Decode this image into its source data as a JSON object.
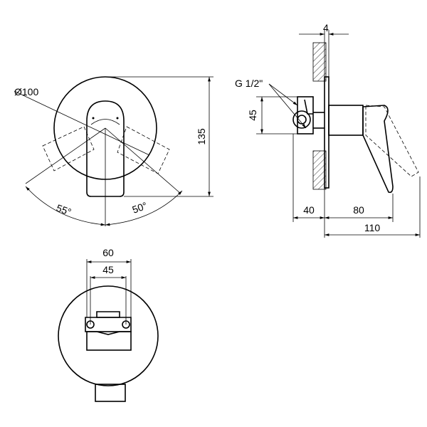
{
  "drawing": {
    "front_view": {
      "diameter_label": "Ø100",
      "height_label": "135",
      "angle_left_label": "55°",
      "angle_right_label": "50°"
    },
    "side_view": {
      "thread_label": "G 1/2\"",
      "plate_label": "4",
      "vertical_label": "45",
      "dim_40_label": "40",
      "dim_80_label": "80",
      "dim_110_label": "110"
    },
    "bottom_view": {
      "width_60_label": "60",
      "width_45_label": "45"
    }
  }
}
